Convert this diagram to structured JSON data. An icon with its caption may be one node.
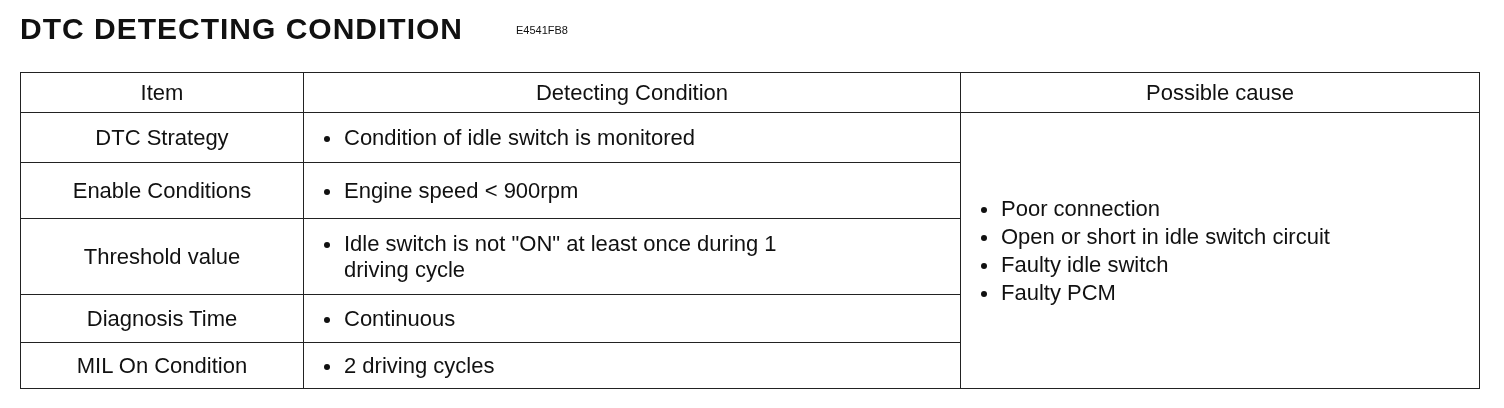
{
  "diagram": {
    "title": "DTC DETECTING CONDITION",
    "labels": [
      "E4541FB8",
      "Item",
      "Detecting Condition",
      "Possible cause",
      "DTC Strategy",
      "Condition of idle switch is monitored",
      "Poor connection",
      "Open or short in idle switch circuit",
      "Faulty idle switch",
      "Faulty PCM",
      "Enable Conditions",
      "Engine speed < 900rpm",
      "Threshold value",
      "Idle switch is not \"ON\" at least once during 1 driving cycle",
      "Diagnosis Time",
      "Continuous",
      "MIL On Condition",
      "2 driving cycles"
    ]
  }
}
